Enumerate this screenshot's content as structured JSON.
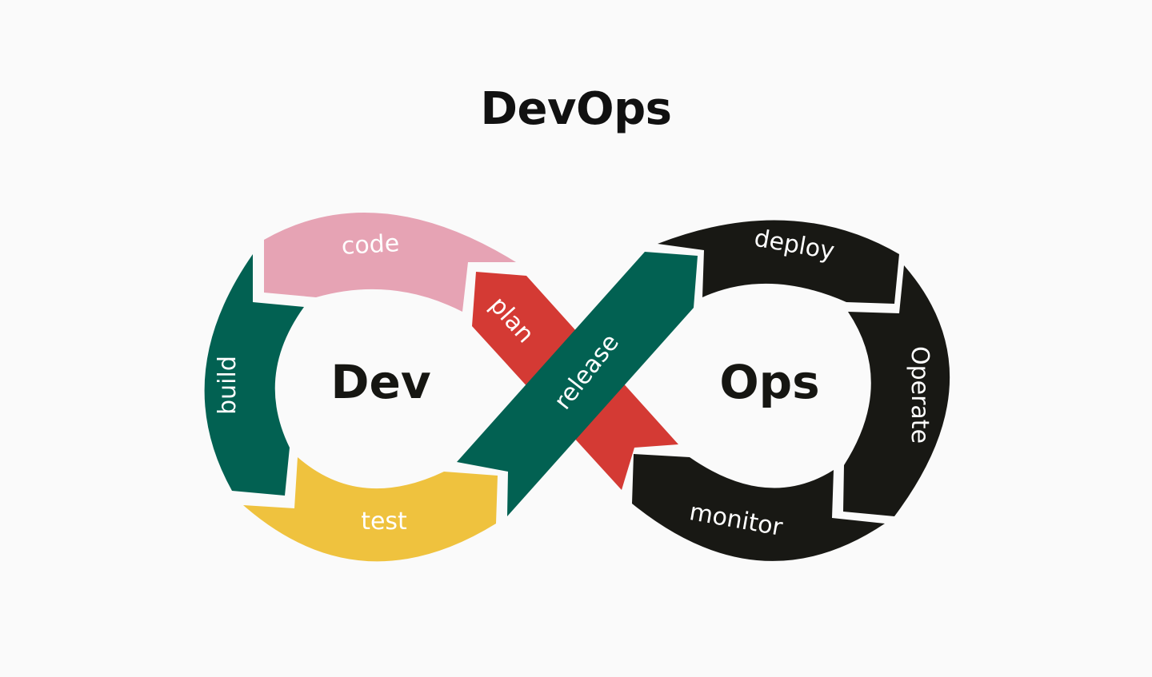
{
  "title": "DevOps",
  "colors": {
    "background": "#fafafa",
    "pink": "#e6a3b4",
    "teal": "#026152",
    "yellow": "#efc23e",
    "red": "#d43a34",
    "black": "#181814",
    "text_dark": "#161612",
    "text_light": "#ffffff"
  },
  "loops": {
    "dev": {
      "center_label": "Dev",
      "stages": [
        {
          "label": "code",
          "color": "pink"
        },
        {
          "label": "build",
          "color": "teal"
        },
        {
          "label": "test",
          "color": "yellow"
        }
      ]
    },
    "ops": {
      "center_label": "Ops",
      "stages": [
        {
          "label": "deploy",
          "color": "black"
        },
        {
          "label": "Operate",
          "color": "black"
        },
        {
          "label": "monitor",
          "color": "black"
        }
      ]
    }
  },
  "crossing": {
    "plan": {
      "label": "plan",
      "color": "red"
    },
    "release": {
      "label": "release",
      "color": "teal"
    }
  }
}
